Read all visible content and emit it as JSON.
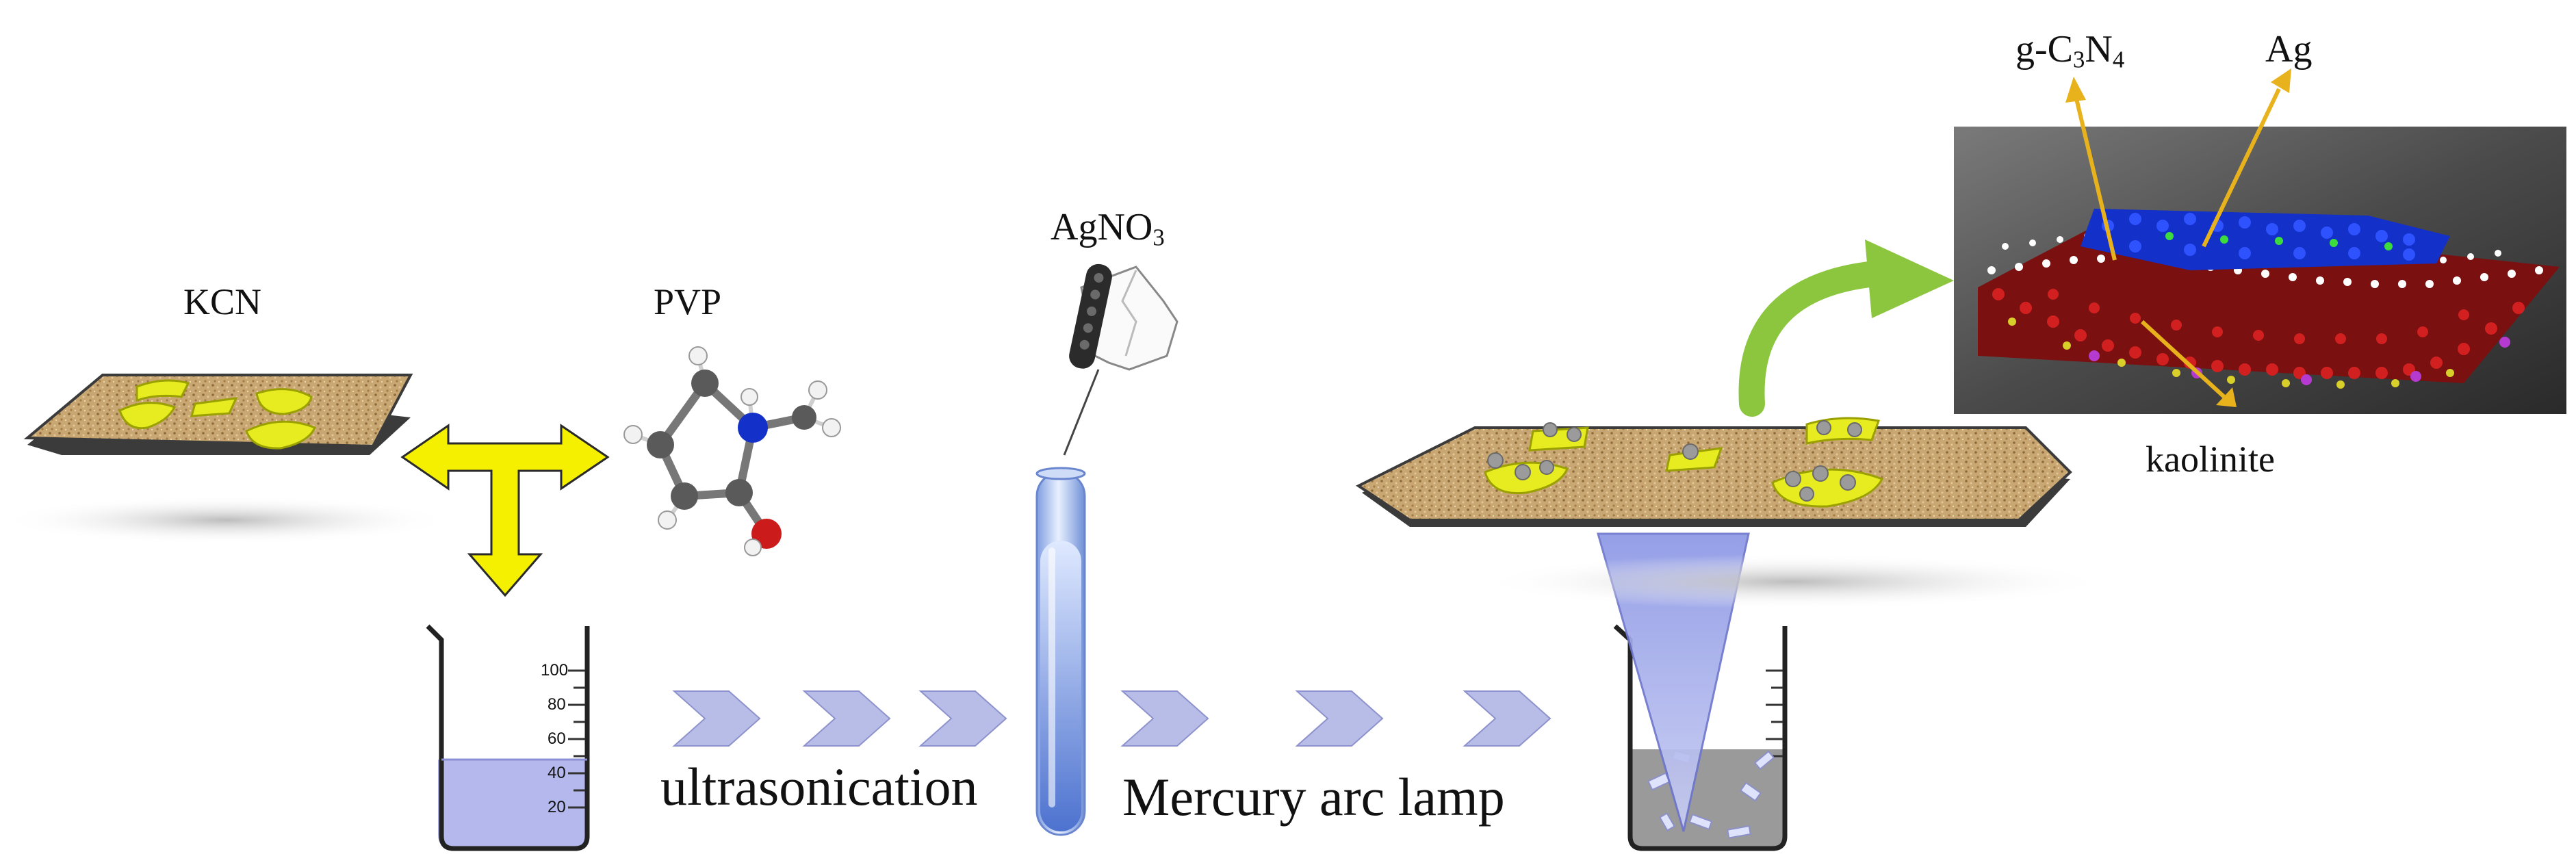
{
  "labels": {
    "kcn": "KCN",
    "pvp": "PVP",
    "agno3": {
      "base": "AgNO",
      "sub": "3"
    },
    "gc3n4": {
      "p1": "g-C",
      "s1": "3",
      "p2": "N",
      "s2": "4"
    },
    "ag": "Ag",
    "kaolinite": "kaolinite",
    "ultrasonication": "ultrasonication",
    "mercury_arc_lamp": "Mercury arc lamp"
  },
  "beaker_scale": [
    "100",
    "80",
    "60",
    "40",
    "20"
  ],
  "colors": {
    "nanosheet_yellow": "#e6ec1f",
    "substrate_tan": "#c9a772",
    "arrow_yellow": "#f4f000",
    "chevron_blue": "#b8bde8",
    "solution_blue": "#b4b8ec",
    "curved_arrow_green": "#8cc63f",
    "pointer_gold": "#e8b21c",
    "molecule_blue": "#1330c8",
    "molecule_red": "#cc1b1b"
  }
}
